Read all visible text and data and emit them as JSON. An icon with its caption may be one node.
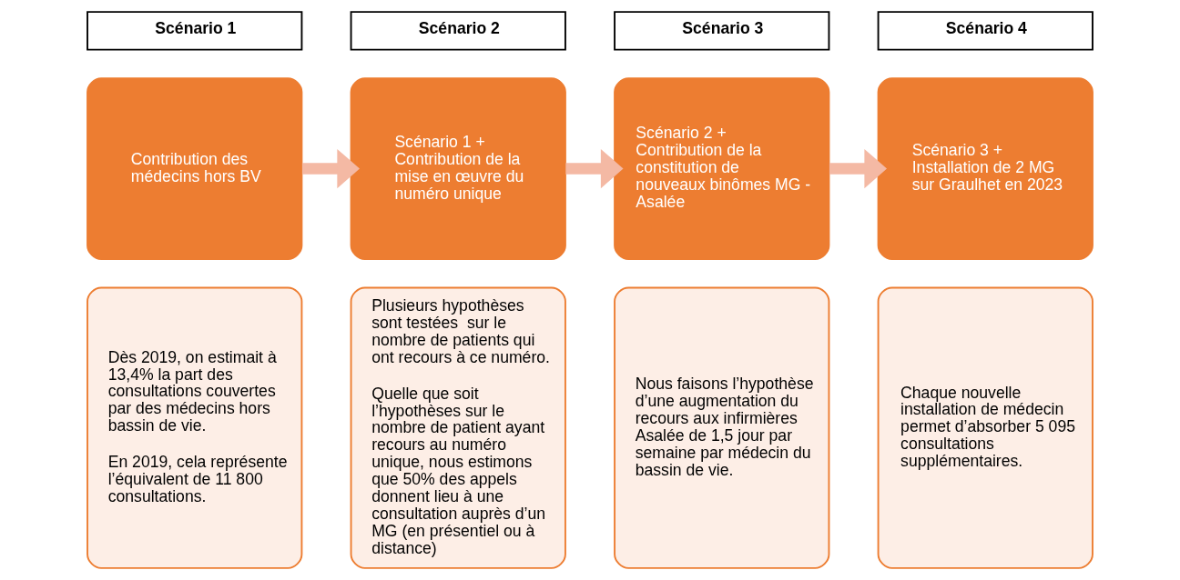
{
  "diagram": {
    "nodes": [
      {
        "text": [
          "Scénario 1"
        ]
      },
      {
        "text": [
          "Contribution des médecins hors BV"
        ]
      },
      {
        "text": [
          "Dès 2019, on estimait à 13,4% la part des consultations couvertes par des médecins hors bassin de vie.",
          "En 2019, cela représente l’équivalent de 11 800 consultations."
        ]
      },
      {
        "text": [
          "Scénario 2"
        ]
      },
      {
        "text": [
          "Scénario 1 + Contribution de la mise en œuvre du numéro unique"
        ]
      },
      {
        "text": [
          "Plusieurs hypothèses sont testées  sur le nombre de patients qui ont recours à ce numéro.",
          "Quelle que soit l’hypothèses sur le nombre de patient ayant recours au numéro unique, nous estimons que 50% des appels donnent lieu à une consultation auprès d’un MG (en présentiel ou à distance)"
        ]
      },
      {
        "text": [
          "Scénario 3"
        ]
      },
      {
        "text": [
          "Scénario 2 + Contribution de la constitution de nouveaux binômes MG - Asalée"
        ]
      },
      {
        "text": [
          "Nous faisons l’hypothèse d’une augmentation du recours aux infirmières Asalée de 1,5 jour par semaine par médecin du bassin de vie."
        ]
      },
      {
        "text": [
          "Scénario 4"
        ]
      },
      {
        "text": [
          "Scénario 3 + Installation de 2 MG sur Graulhet en 2023"
        ]
      },
      {
        "text": [
          "Chaque nouvelle installation de médecin permet d’absorber 5 095 consultations supplémentaires."
        ]
      }
    ],
    "edges": [
      {
        "from": 1,
        "to": 4,
        "arrow": "to"
      },
      {
        "from": 4,
        "to": 7,
        "arrow": "to"
      },
      {
        "from": 7,
        "to": 10,
        "arrow": "to"
      }
    ]
  }
}
